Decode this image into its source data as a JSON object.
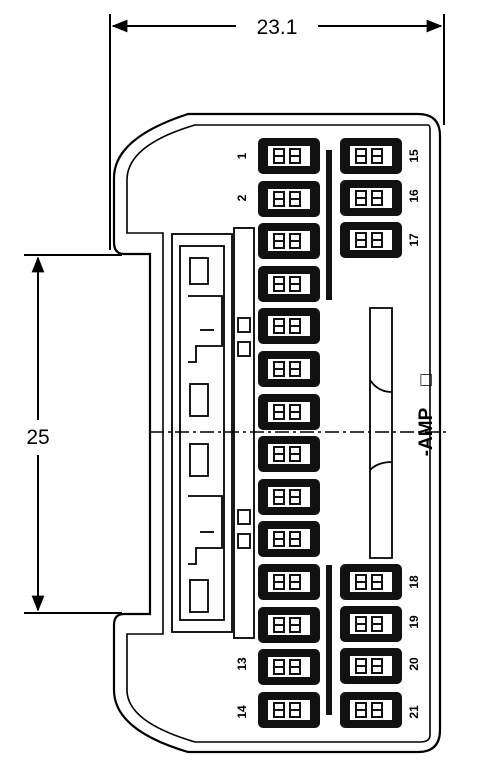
{
  "dimensions": {
    "width_label": "23.1",
    "height_label": "25"
  },
  "brand": {
    "label": "-AMP",
    "mark": "□"
  },
  "pins": {
    "left_labels": [
      "1",
      "2",
      "13",
      "14"
    ],
    "right_labels": [
      "15",
      "16",
      "17",
      "18",
      "19",
      "20",
      "21"
    ]
  },
  "colors": {
    "ink": "#000000",
    "paper": "#ffffff",
    "terminal_fill": "#111111"
  }
}
